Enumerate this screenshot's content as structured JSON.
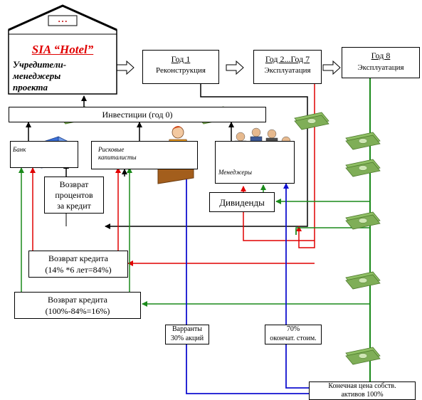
{
  "house": {
    "title": "SIA “Hotel”",
    "subtitle_1": "Учредители-",
    "subtitle_2": "менеджеры",
    "subtitle_3": "проекта"
  },
  "years": {
    "y1_title": "Год 1",
    "y1_sub": "Реконструкция",
    "y27_title": "Год 2...Год 7",
    "y27_sub": "Эксплуатация",
    "y8_title": "Год 8",
    "y8_sub": "Эксплуатация"
  },
  "investments": "Инвестиции (год 0)",
  "bank": "Банк",
  "venture_1": "Рисковые",
  "venture_2": "капиталисты",
  "managers": "Менеджеры",
  "dividends": "Дивиденды",
  "interest_return": [
    "Возврат",
    "процентов",
    "за кредит"
  ],
  "credit_return_84": [
    "Возврат кредита",
    "(14% *6 лет=84%)"
  ],
  "credit_return_16": [
    "Возврат кредита",
    "(100%-84%=16%)"
  ],
  "warrants": [
    "Варранты",
    "30% акций"
  ],
  "final_value": [
    "70%",
    "окончат. стоим."
  ],
  "end_price": [
    "Конечная цена собств.",
    "активов  100%"
  ],
  "colors": {
    "black": "#000000",
    "red": "#e00000",
    "green": "#1a8a1a",
    "blue": "#1010d0",
    "money": "#7fae57"
  }
}
